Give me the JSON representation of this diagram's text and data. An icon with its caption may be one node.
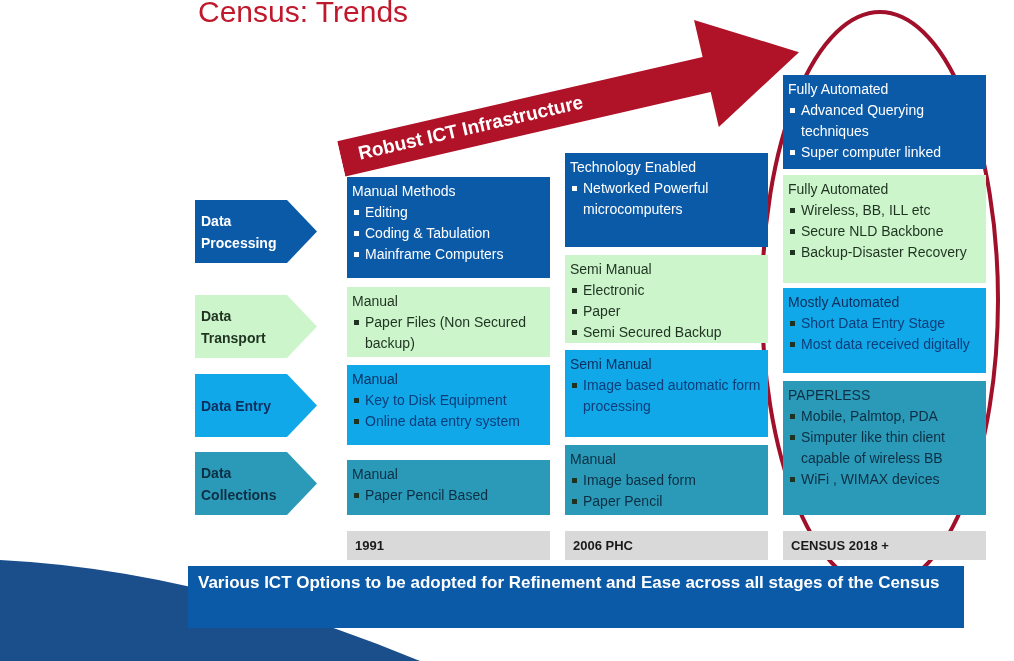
{
  "diagram": {
    "title": "Census: Trends",
    "nodes": [
      {
        "text": [
          "Robust ICT Infrastructure"
        ]
      },
      {
        "text": [
          "Data Processing"
        ]
      },
      {
        "text": [
          "Data Transport"
        ]
      },
      {
        "text": [
          "Data Entry"
        ]
      },
      {
        "text": [
          "Data Collections"
        ]
      },
      {
        "text": [
          "Manual Methods",
          "Editing",
          "Coding & Tabulation",
          "Mainframe Computers"
        ]
      },
      {
        "text": [
          "Manual",
          "Paper Files (Non Secured backup)"
        ]
      },
      {
        "text": [
          "Manual",
          "Key to Disk Equipment",
          "Online data entry system"
        ]
      },
      {
        "text": [
          "Manual",
          "Paper Pencil Based"
        ]
      },
      {
        "text": [
          "Technology Enabled",
          "Networked Powerful microcomputers"
        ]
      },
      {
        "text": [
          "Semi Manual",
          "Electronic",
          "Paper",
          "Semi Secured Backup"
        ]
      },
      {
        "text": [
          "Semi Manual",
          "Image based automatic form processing"
        ]
      },
      {
        "text": [
          "Manual",
          "Image based form",
          "Paper Pencil"
        ]
      },
      {
        "text": [
          "Fully Automated",
          "Advanced Querying techniques",
          "Super computer linked"
        ]
      },
      {
        "text": [
          "Fully Automated",
          "Wireless, BB, ILL etc",
          "Secure NLD Backbone",
          "Backup-Disaster Recovery"
        ]
      },
      {
        "text": [
          "Mostly Automated",
          "Short Data Entry Stage",
          "Most data received digitally"
        ]
      },
      {
        "text": [
          "PAPERLESS",
          "Mobile, Palmtop, PDA",
          "Simputer like  thin client capable of wireless BB",
          "WiFi , WIMAX devices"
        ]
      },
      {
        "text": [
          "1991"
        ]
      },
      {
        "text": [
          "2006 PHC"
        ]
      },
      {
        "text": [
          "CENSUS 2018 +"
        ]
      },
      {
        "text": [
          "Various ICT  Options to be adopted for Refinement and Ease across all stages of the Census"
        ]
      }
    ]
  }
}
